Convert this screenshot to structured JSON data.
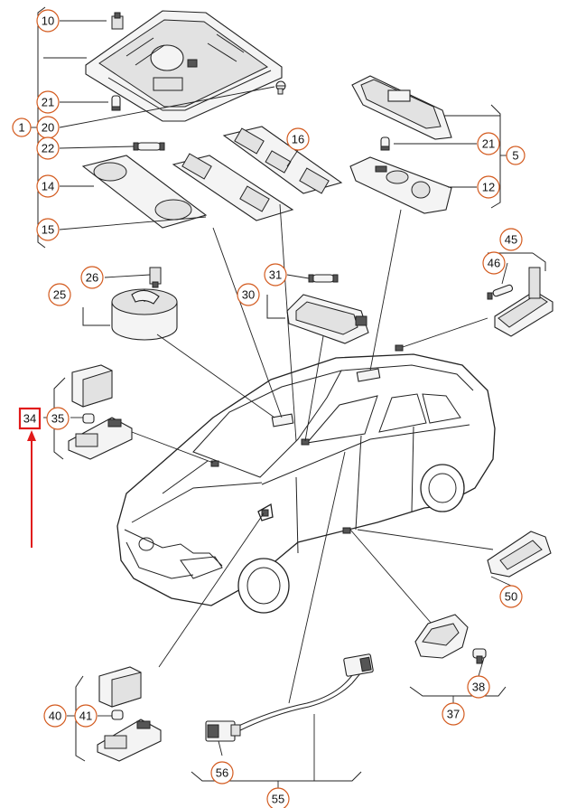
{
  "callouts": [
    {
      "id": "c10",
      "label": "10"
    },
    {
      "id": "c21a",
      "label": "21"
    },
    {
      "id": "c1",
      "label": "1"
    },
    {
      "id": "c20",
      "label": "20"
    },
    {
      "id": "c22",
      "label": "22"
    },
    {
      "id": "c14",
      "label": "14"
    },
    {
      "id": "c15",
      "label": "15"
    },
    {
      "id": "c16",
      "label": "16"
    },
    {
      "id": "c21b",
      "label": "21"
    },
    {
      "id": "c5",
      "label": "5"
    },
    {
      "id": "c12",
      "label": "12"
    },
    {
      "id": "c26",
      "label": "26"
    },
    {
      "id": "c25",
      "label": "25"
    },
    {
      "id": "c31",
      "label": "31"
    },
    {
      "id": "c30",
      "label": "30"
    },
    {
      "id": "c45",
      "label": "45"
    },
    {
      "id": "c46",
      "label": "46"
    },
    {
      "id": "c34",
      "label": "34"
    },
    {
      "id": "c35",
      "label": "35"
    },
    {
      "id": "c50",
      "label": "50"
    },
    {
      "id": "c38",
      "label": "38"
    },
    {
      "id": "c37",
      "label": "37"
    },
    {
      "id": "c40",
      "label": "40"
    },
    {
      "id": "c41",
      "label": "41"
    },
    {
      "id": "c56",
      "label": "56"
    },
    {
      "id": "c55",
      "label": "55"
    }
  ],
  "highlight": {
    "target": "34",
    "color": "#e11a1a"
  },
  "accent_color": "#d35a1e"
}
